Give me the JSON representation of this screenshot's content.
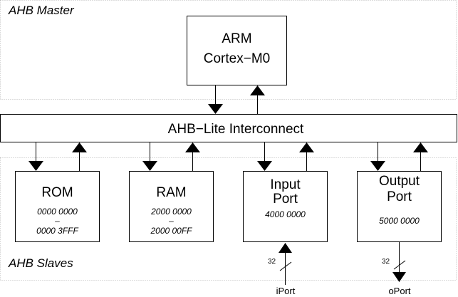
{
  "regions": {
    "master_label": "AHB Master",
    "slaves_label": "AHB Slaves"
  },
  "cpu": {
    "line1": "ARM",
    "line2": "Cortex−M0"
  },
  "interconnect": {
    "label": "AHB−Lite Interconnect"
  },
  "rom": {
    "title": "ROM",
    "addr_start": "0000 0000",
    "sep": "–",
    "addr_end": "0000 3FFF"
  },
  "ram": {
    "title": "RAM",
    "addr_start": "2000 0000",
    "sep": "–",
    "addr_end": "2000 00FF"
  },
  "input_port": {
    "title_line1": "Input",
    "title_line2": "Port",
    "addr": "4000 0000",
    "bus_width": "32",
    "signal": "iPort"
  },
  "output_port": {
    "title_line1": "Output",
    "title_line2": "Port",
    "addr": "5000 0000",
    "bus_width": "32",
    "signal": "oPort"
  }
}
